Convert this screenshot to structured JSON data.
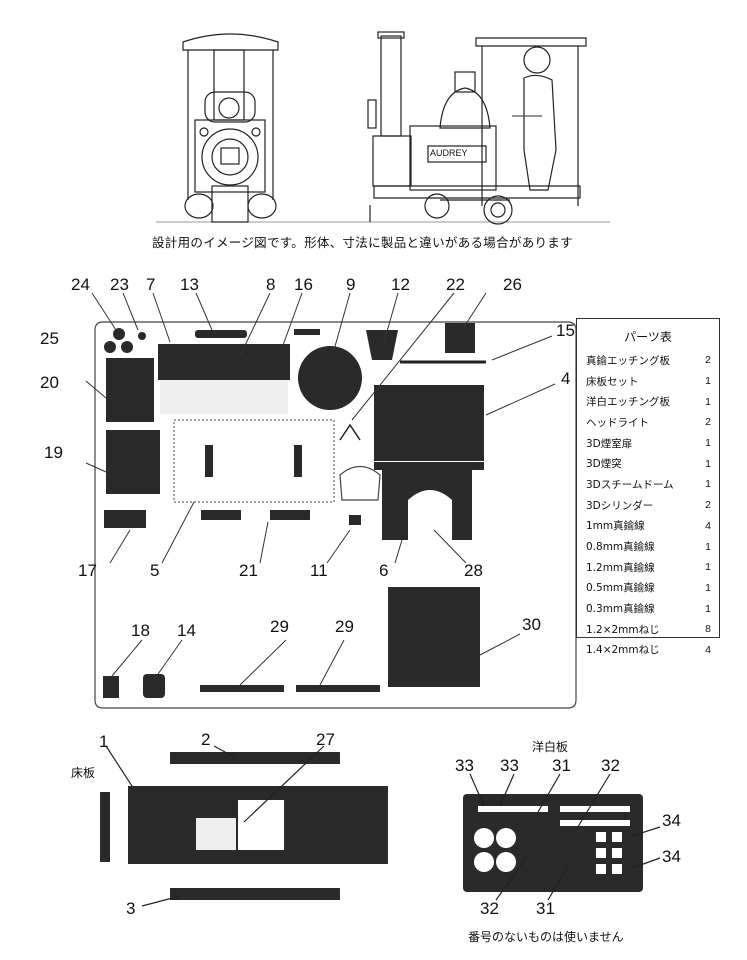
{
  "caption_top": "設計用のイメージ図です。形体、寸法に製品と違いがある場合があります",
  "loco_nameplate": "AUDREY",
  "parts_table": {
    "title": "パーツ表",
    "rows": [
      {
        "name": "真鍮エッチング板",
        "qty": "2"
      },
      {
        "name": "床板セット",
        "qty": "1"
      },
      {
        "name": "洋白エッチング板",
        "qty": "1"
      },
      {
        "name": "ヘッドライト",
        "qty": "2"
      },
      {
        "name": "3D煙室扉",
        "qty": "1"
      },
      {
        "name": "3D煙突",
        "qty": "1"
      },
      {
        "name": "3Dスチームドーム",
        "qty": "1"
      },
      {
        "name": "3Dシリンダー",
        "qty": "2"
      },
      {
        "name": "1mm真鍮線",
        "qty": "4"
      },
      {
        "name": "0.8mm真鍮線",
        "qty": "1"
      },
      {
        "name": "1.2mm真鍮線",
        "qty": "1"
      },
      {
        "name": "0.5mm真鍮線",
        "qty": "1"
      },
      {
        "name": "0.3mm真鍮線",
        "qty": "1"
      },
      {
        "name": "1.2×2mmねじ",
        "qty": "8"
      },
      {
        "name": "1.4×2mmねじ",
        "qty": "4"
      }
    ]
  },
  "part_numbers": {
    "n24": "24",
    "n23": "23",
    "n7": "7",
    "n13": "13",
    "n8": "8",
    "n16": "16",
    "n9": "9",
    "n12": "12",
    "n22": "22",
    "n26": "26",
    "n25": "25",
    "n15": "15",
    "n20": "20",
    "n4": "4",
    "n19": "19",
    "n17": "17",
    "n5": "5",
    "n21": "21",
    "n11": "11",
    "n6": "6",
    "n28": "28",
    "n18": "18",
    "n14": "14",
    "n29a": "29",
    "n29b": "29",
    "n30": "30",
    "n1": "1",
    "n2": "2",
    "n27": "27",
    "n3": "3",
    "n33a": "33",
    "n33b": "33",
    "n31a": "31",
    "n32a": "32",
    "n34a": "34",
    "n34b": "34",
    "n32b": "32",
    "n31b": "31"
  },
  "floor_label": "床板",
  "nickel_label": "洋白板",
  "caption_bottom": "番号のないものは使いません"
}
